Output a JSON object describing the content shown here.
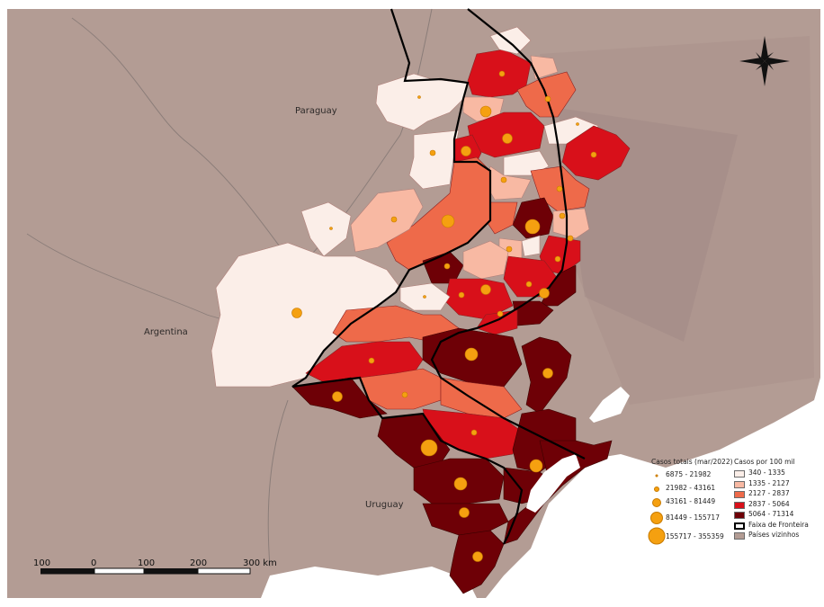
{
  "countries": {
    "paraguay": "Paraguay",
    "argentina": "Argentina",
    "uruguay": "Uruguay"
  },
  "scale_bar": {
    "ticks": [
      "100",
      "0",
      "100",
      "200",
      "300 km"
    ]
  },
  "legend": {
    "cases_title": "Casos totais (mar/2022)",
    "cases_classes": [
      "6875 - 21982",
      "21982 - 43161",
      "43161 - 81449",
      "81449 - 155717",
      "155717 - 355359"
    ],
    "rate_title": "Casos por 100 mil",
    "rate_classes": [
      {
        "label": "340 - 1335",
        "color": "#fbeee8"
      },
      {
        "label": "1335 - 2127",
        "color": "#f8b9a3"
      },
      {
        "label": "2127 - 2837",
        "color": "#ee6a4a"
      },
      {
        "label": "2837 - 5064",
        "color": "#d8101a"
      },
      {
        "label": "5064 - 71314",
        "color": "#6e0006"
      }
    ],
    "border_label": "Faixa de Fronteira",
    "neighbors_label": "Países vizinhos"
  },
  "colors": {
    "neighbors": "#b39c94",
    "water": "#ffffff",
    "bubble": "#f5a010",
    "border_strip": "#000000"
  },
  "icons": {
    "north_arrow": "compass-rose-icon"
  }
}
